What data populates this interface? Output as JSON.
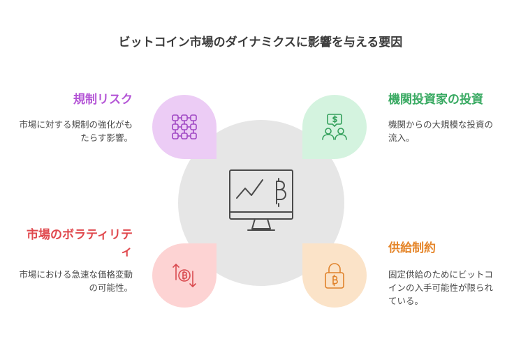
{
  "title": "ビットコイン市場のダイナミクスに影響を与える要因",
  "center": {
    "icon": "monitor-chart-bitcoin-icon"
  },
  "factors": [
    {
      "heading": "規制リスク",
      "description": "市場に対する規制の強化がもたらす影響。",
      "icon": "blockchain-grid-icon",
      "color": "#b455d6",
      "bg": "#ecccf5"
    },
    {
      "heading": "機関投資家の投資",
      "description": "機関からの大規模な投資の流入。",
      "icon": "investors-dollar-icon",
      "color": "#3aaa63",
      "bg": "#d4f3df"
    },
    {
      "heading": "市場のボラティリティ",
      "description": "市場における急速な価格変動の可能性。",
      "icon": "bitcoin-exchange-arrows-icon",
      "color": "#e0484d",
      "bg": "#fdd3d3"
    },
    {
      "heading": "供給制約",
      "description": "固定供給のためにビットコインの入手可能性が限られている。",
      "icon": "bitcoin-lock-icon",
      "color": "#e5862b",
      "bg": "#fbe3c8"
    }
  ]
}
